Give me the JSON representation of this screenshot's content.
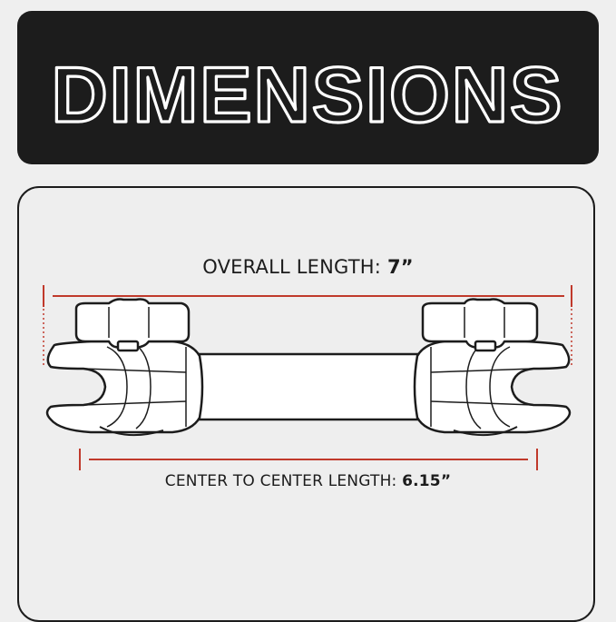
{
  "header": {
    "title": "DIMENSIONS"
  },
  "overall": {
    "label": "OVERALL LENGTH:",
    "value": "7”"
  },
  "center": {
    "label": "CENTER TO CENTER LENGTH:",
    "value": "6.15”"
  },
  "colors": {
    "banner": "#1c1c1c",
    "background": "#efefef",
    "dimension_line": "#c0392b",
    "outline": "#1c1c1c"
  }
}
